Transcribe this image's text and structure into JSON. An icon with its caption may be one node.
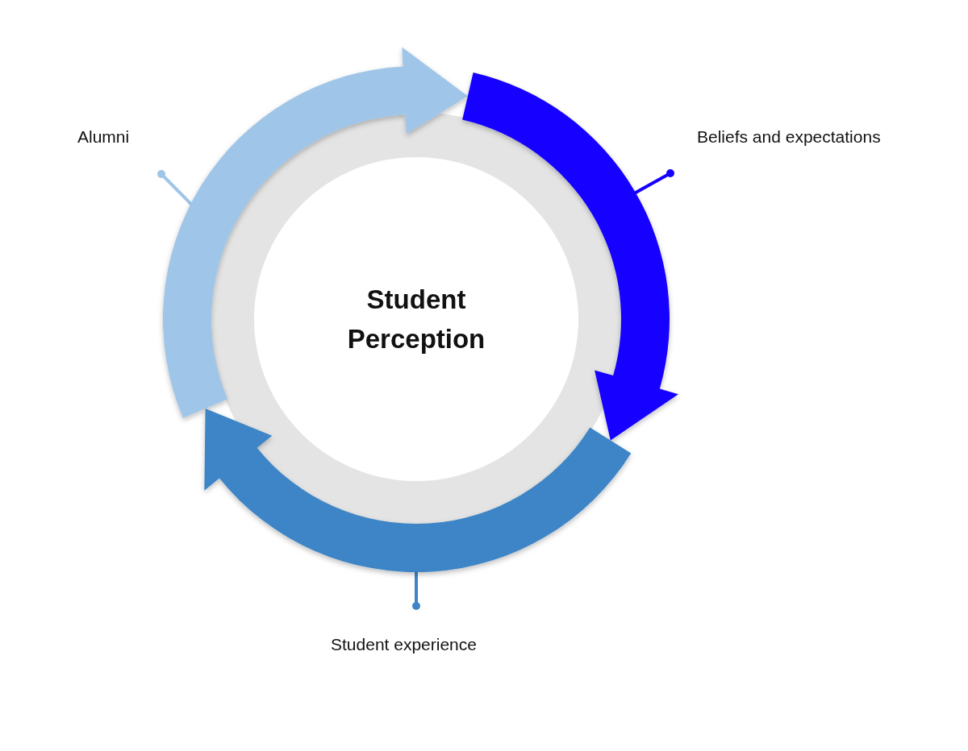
{
  "diagram": {
    "nodes": [
      {
        "text": [
          "Student Perception"
        ]
      },
      {
        "text": [],
        "shape": "arrow"
      },
      {
        "text": [],
        "shape": "arrow"
      },
      {
        "text": [],
        "shape": "arrow"
      },
      {
        "text": [
          "Alumni"
        ]
      },
      {
        "text": [
          "Beliefs and expectations"
        ]
      },
      {
        "text": [
          "Student experience"
        ]
      }
    ],
    "edges": [
      {
        "from": 4,
        "to": 1,
        "arrow": "other",
        "color": "#9fc5e8"
      },
      {
        "from": 5,
        "to": 2,
        "arrow": "other",
        "color": "#1400ff"
      },
      {
        "from": 6,
        "to": 3,
        "arrow": "other",
        "color": "#3d85c6"
      }
    ]
  }
}
